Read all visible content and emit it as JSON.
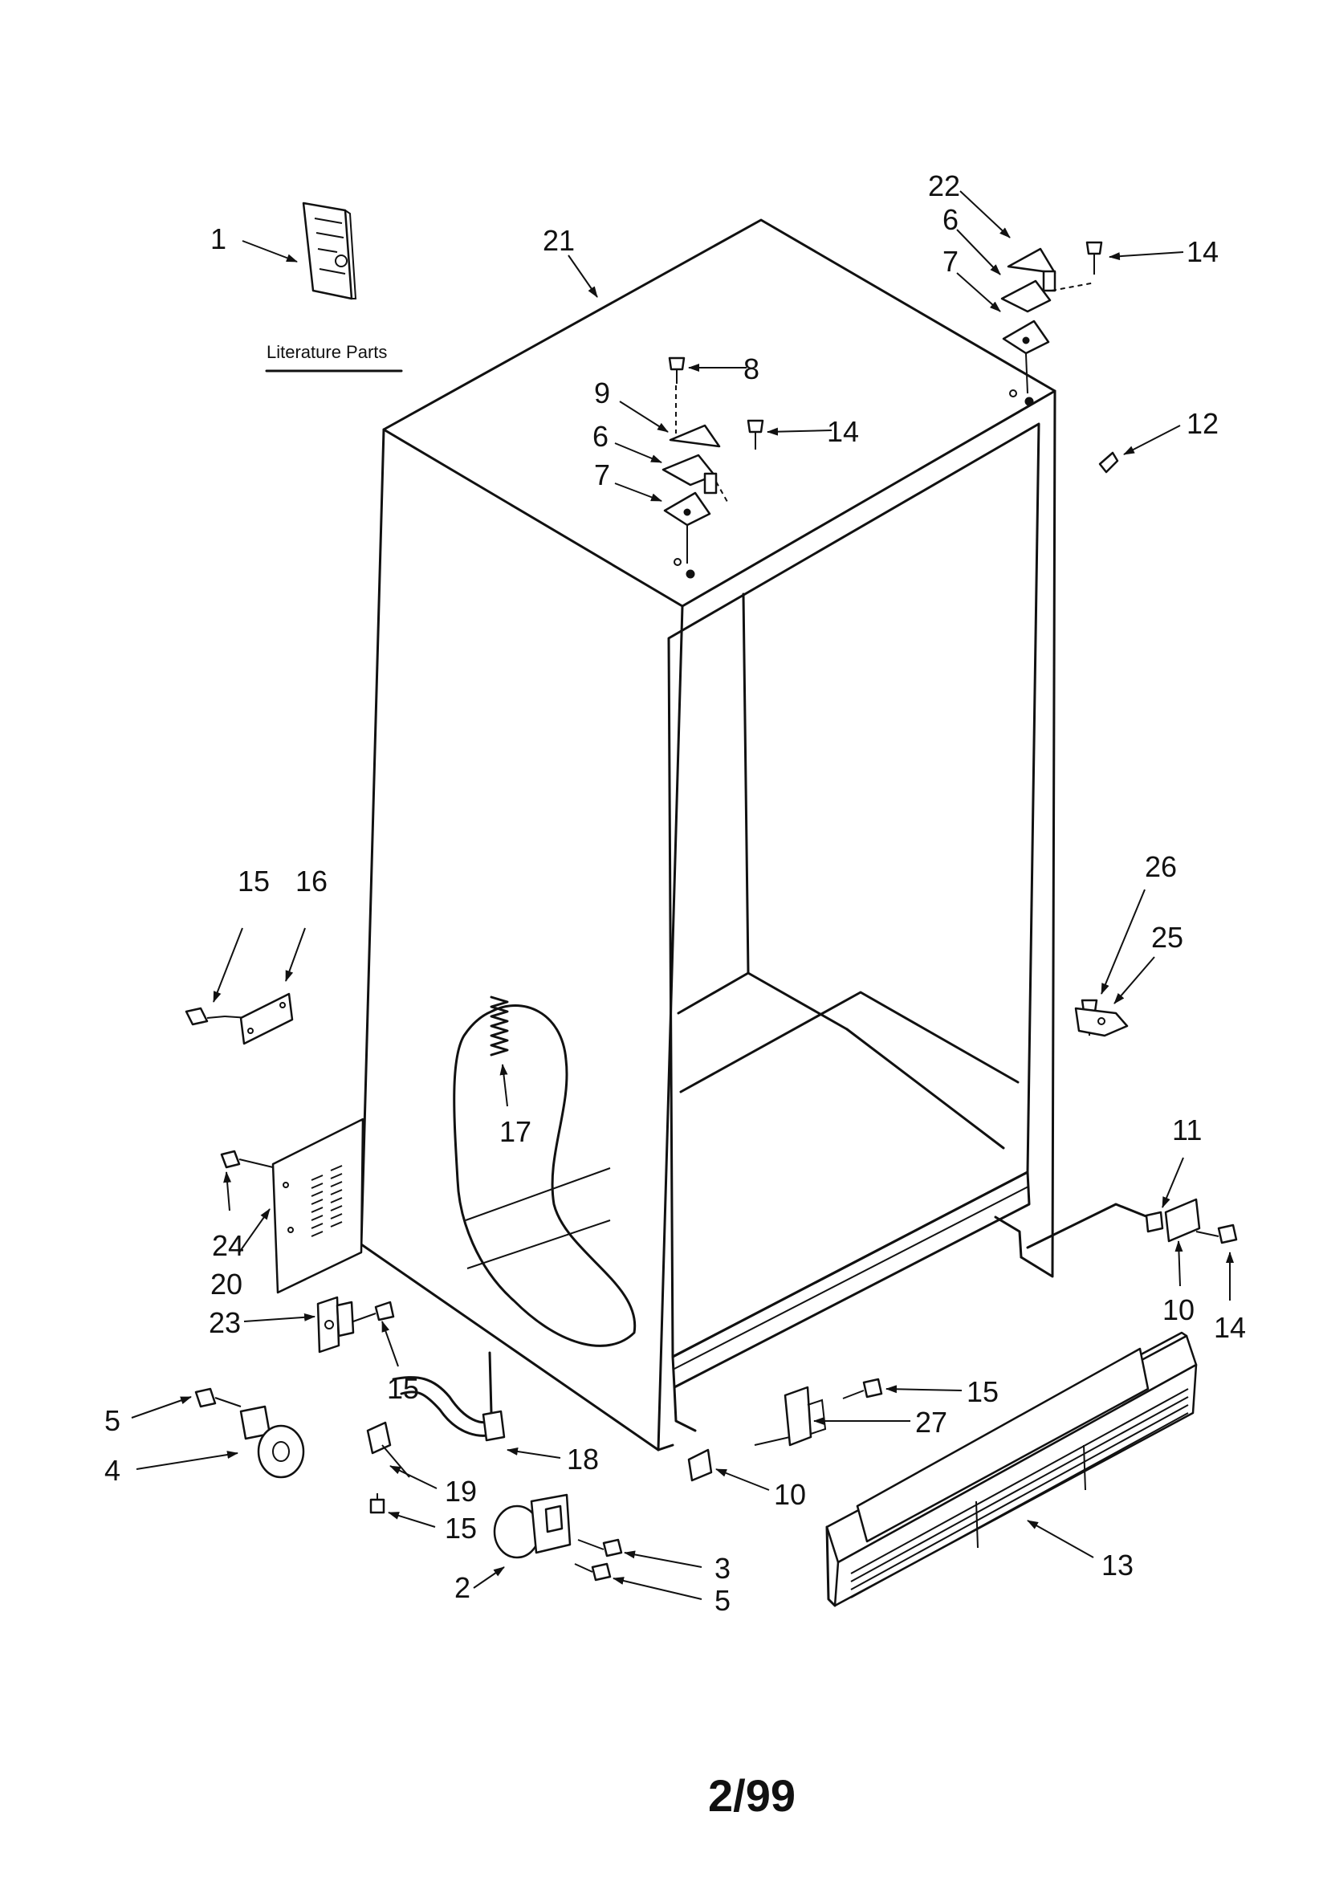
{
  "callouts": [
    "1",
    "2",
    "3",
    "4",
    "5",
    "6",
    "7",
    "8",
    "9",
    "10",
    "11",
    "12",
    "13",
    "14",
    "15",
    "16",
    "17",
    "18",
    "19",
    "20",
    "21",
    "22",
    "23",
    "24",
    "25",
    "26",
    "27"
  ],
  "literature_label": "Literature Parts",
  "page_footer": "2/99"
}
